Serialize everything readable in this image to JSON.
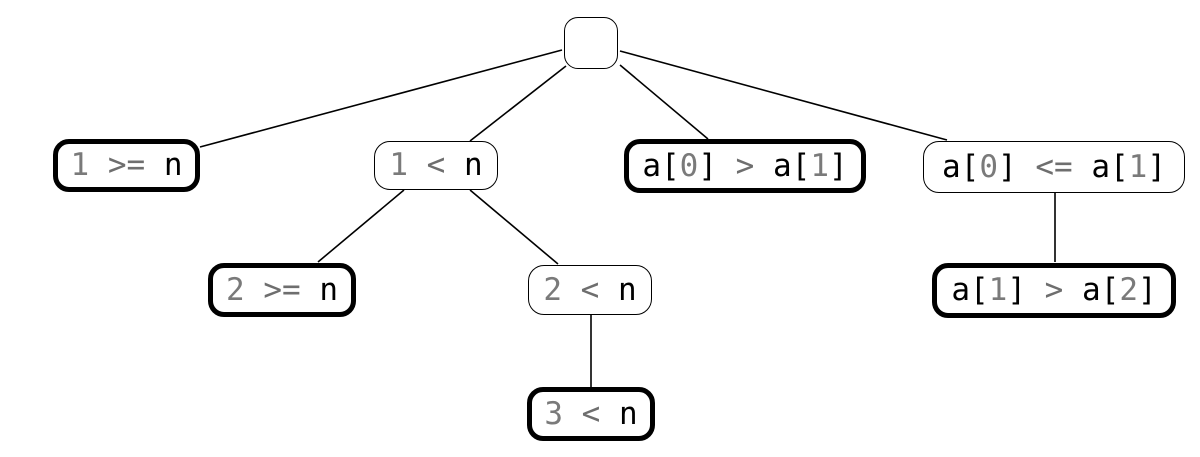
{
  "nodes": [
    {
      "id": "root",
      "tokens": [],
      "style": "empty"
    },
    {
      "id": "n1",
      "style": "bold",
      "tokens": [
        {
          "t": "1",
          "k": "num"
        },
        {
          "t": " >= ",
          "k": "op"
        },
        {
          "t": "n",
          "k": "id"
        }
      ]
    },
    {
      "id": "n2",
      "style": "normal",
      "tokens": [
        {
          "t": "1",
          "k": "num"
        },
        {
          "t": " < ",
          "k": "op"
        },
        {
          "t": "n",
          "k": "id"
        }
      ]
    },
    {
      "id": "n3",
      "style": "bold",
      "tokens": [
        {
          "t": "a[",
          "k": "id"
        },
        {
          "t": "0",
          "k": "num"
        },
        {
          "t": "] ",
          "k": "id"
        },
        {
          "t": ">",
          "k": "op"
        },
        {
          "t": " a[",
          "k": "id"
        },
        {
          "t": "1",
          "k": "num"
        },
        {
          "t": "]",
          "k": "id"
        }
      ]
    },
    {
      "id": "n4",
      "style": "normal",
      "tokens": [
        {
          "t": "a[",
          "k": "id"
        },
        {
          "t": "0",
          "k": "num"
        },
        {
          "t": "] ",
          "k": "id"
        },
        {
          "t": "<=",
          "k": "op"
        },
        {
          "t": " a[",
          "k": "id"
        },
        {
          "t": "1",
          "k": "num"
        },
        {
          "t": "]",
          "k": "id"
        }
      ]
    },
    {
      "id": "n5",
      "style": "bold",
      "tokens": [
        {
          "t": "2",
          "k": "num"
        },
        {
          "t": " >= ",
          "k": "op"
        },
        {
          "t": "n",
          "k": "id"
        }
      ]
    },
    {
      "id": "n6",
      "style": "normal",
      "tokens": [
        {
          "t": "2",
          "k": "num"
        },
        {
          "t": " < ",
          "k": "op"
        },
        {
          "t": "n",
          "k": "id"
        }
      ]
    },
    {
      "id": "n7",
      "style": "bold",
      "tokens": [
        {
          "t": "a[",
          "k": "id"
        },
        {
          "t": "1",
          "k": "num"
        },
        {
          "t": "] ",
          "k": "id"
        },
        {
          "t": ">",
          "k": "op"
        },
        {
          "t": " a[",
          "k": "id"
        },
        {
          "t": "2",
          "k": "num"
        },
        {
          "t": "]",
          "k": "id"
        }
      ]
    },
    {
      "id": "n8",
      "style": "bold",
      "tokens": [
        {
          "t": "3",
          "k": "num"
        },
        {
          "t": " < ",
          "k": "op"
        },
        {
          "t": "n",
          "k": "id"
        }
      ]
    }
  ],
  "edges": [
    [
      "root",
      "n1"
    ],
    [
      "root",
      "n2"
    ],
    [
      "root",
      "n3"
    ],
    [
      "root",
      "n4"
    ],
    [
      "n2",
      "n5"
    ],
    [
      "n2",
      "n6"
    ],
    [
      "n4",
      "n7"
    ],
    [
      "n6",
      "n8"
    ]
  ]
}
